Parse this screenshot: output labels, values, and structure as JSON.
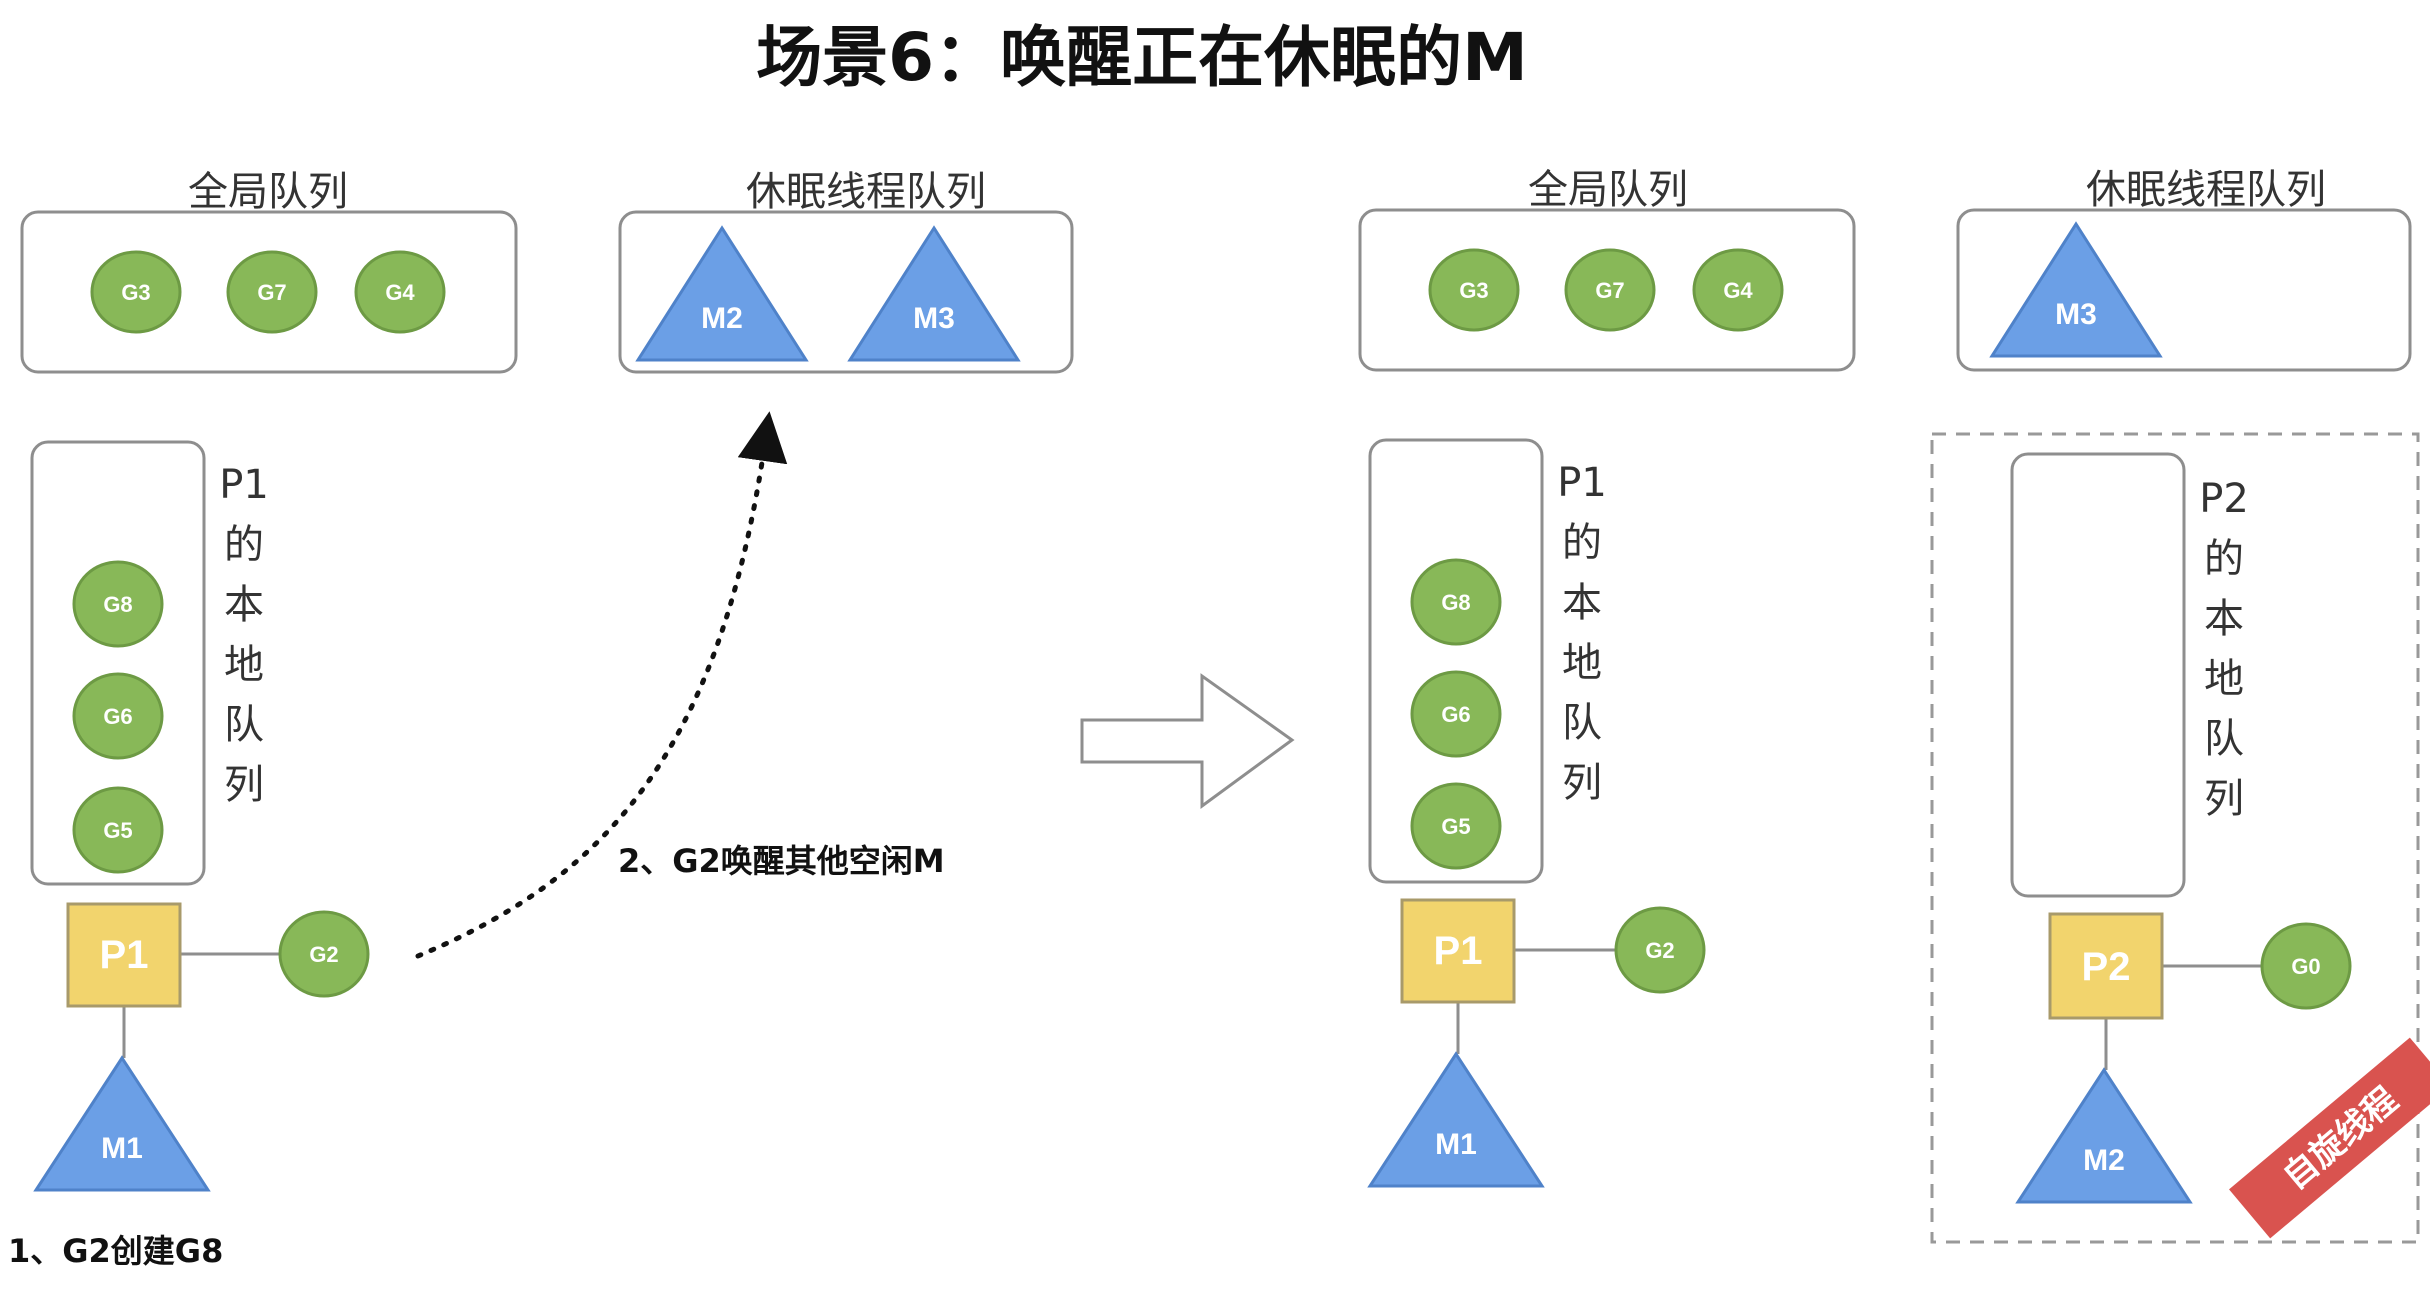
{
  "title": "场景6：唤醒正在休眠的M",
  "left": {
    "global_queue": {
      "label": "全局队列",
      "items": [
        "G3",
        "G7",
        "G4"
      ]
    },
    "sleep_queue": {
      "label": "休眠线程队列",
      "items": [
        "M2",
        "M3"
      ]
    },
    "local_queue": {
      "label": [
        "P1",
        "的",
        "本",
        "地",
        "队",
        "列"
      ],
      "items": [
        "G8",
        "G6",
        "G5"
      ]
    },
    "processor": "P1",
    "running_g": "G2",
    "machine": "M1",
    "step1": "1、G2创建G8",
    "step2": "2、G2唤醒其他空闲M"
  },
  "right": {
    "global_queue": {
      "label": "全局队列",
      "items": [
        "G3",
        "G7",
        "G4"
      ]
    },
    "sleep_queue": {
      "label": "休眠线程队列",
      "items": [
        "M3"
      ]
    },
    "local_queue": {
      "label": [
        "P1",
        "的",
        "本",
        "地",
        "队",
        "列"
      ],
      "items": [
        "G8",
        "G6",
        "G5"
      ]
    },
    "processor": "P1",
    "running_g": "G2",
    "machine": "M1",
    "local_queue_p2": {
      "label": [
        "P2",
        "的",
        "本",
        "地",
        "队",
        "列"
      ]
    },
    "processor_p2": "P2",
    "running_g_p2": "G0",
    "machine_p2": "M2",
    "stamp": "自旋线程"
  },
  "colors": {
    "goroutine": "#88b858",
    "machine": "#6b9fe6",
    "processor": "#f2d46d",
    "stamp": "#d9534f"
  }
}
